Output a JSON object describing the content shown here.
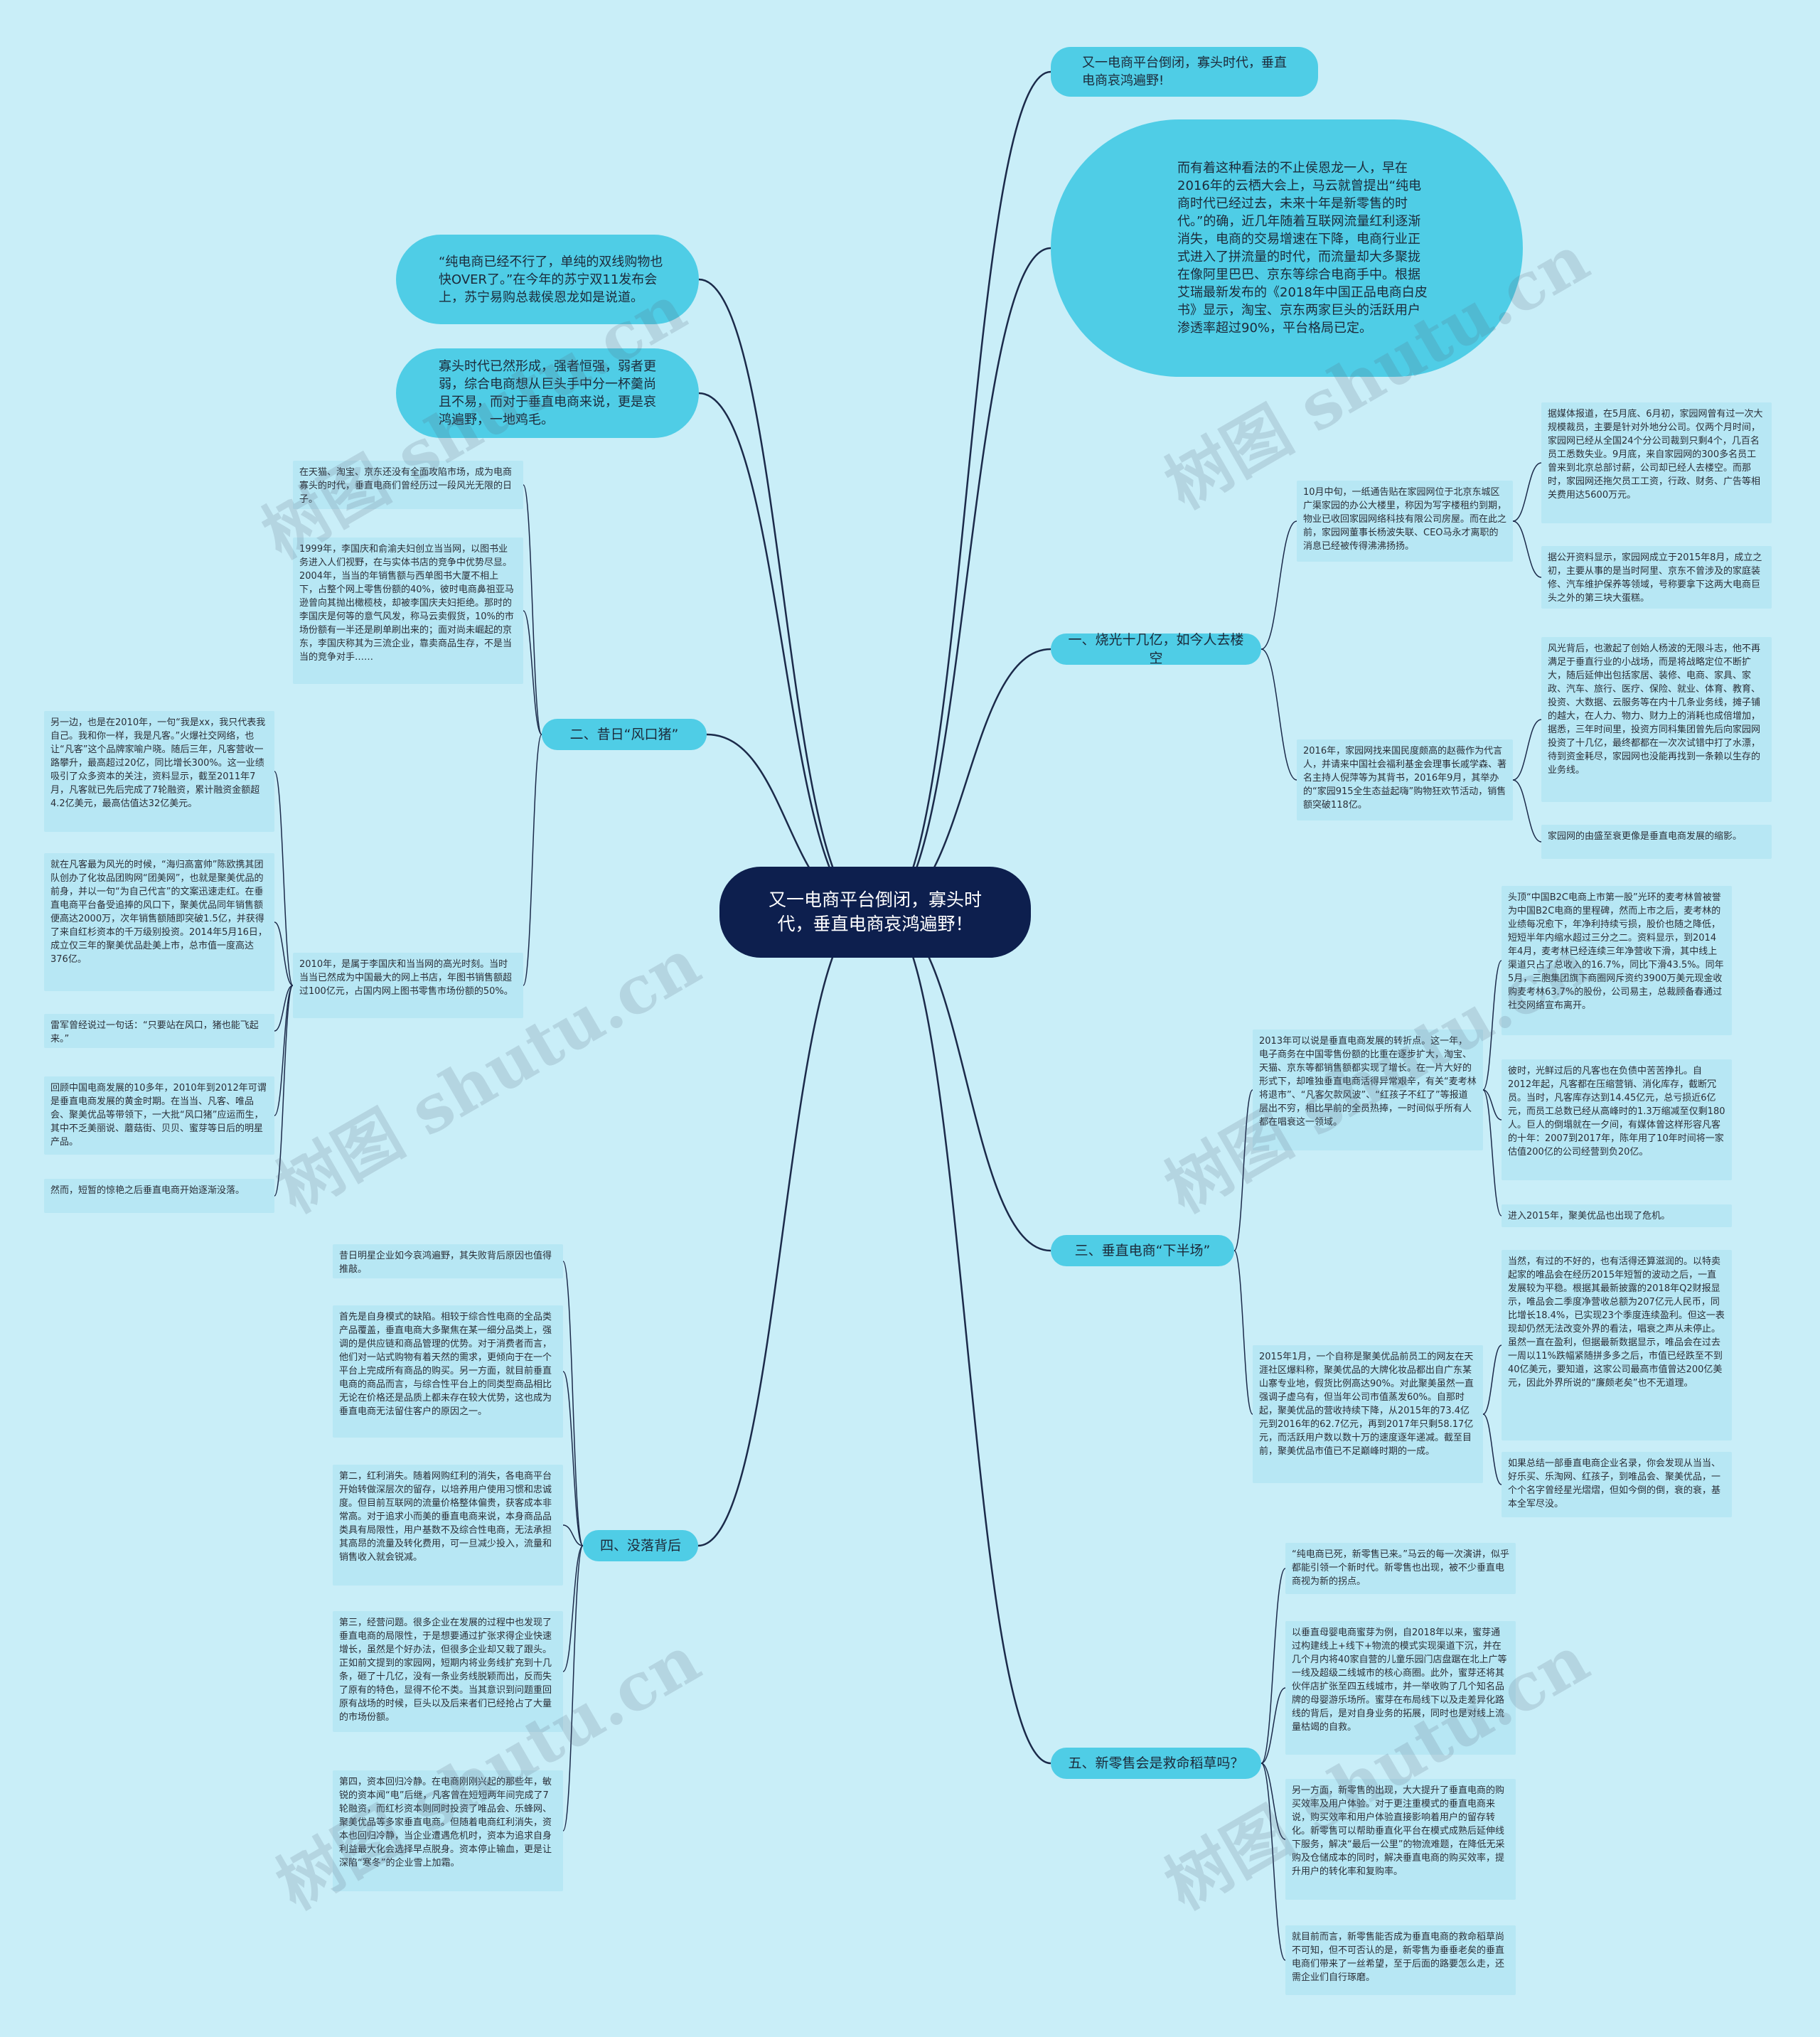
{
  "root": {
    "text": "又一电商平台倒闭，寡头时代，垂直电商哀鸿遍野！"
  },
  "bubbles": [
    "又一电商平台倒闭，寡头时代，垂直电商哀鸿遍野!",
    "而有着这种看法的不止侯恩龙一人，早在2016年的云栖大会上，马云就曾提出“纯电商时代已经过去，未来十年是新零售的时代。”的确，近几年随着互联网流量红利逐渐消失，电商的交易增速在下降，电商行业正式进入了拼流量的时代，而流量却大多聚拢在像阿里巴巴、京东等综合电商手中。根据艾瑞最新发布的《2018年中国正品电商白皮书》显示，淘宝、京东两家巨头的活跃用户渗透率超过90%，平台格局已定。",
    "“纯电商已经不行了，单纯的双线购物也快OVER了。”在今年的苏宁双11发布会上，苏宁易购总裁侯恩龙如是说道。",
    "寡头时代已然形成，强者恒强，弱者更弱，综合电商想从巨头手中分一杯羹尚且不易，而对于垂直电商来说，更是哀鸿遍野，一地鸡毛。"
  ],
  "branches": [
    "一、烧光十几亿，如今人去楼空",
    "二、昔日“风口猪”",
    "三、垂直电商“下半场”",
    "四、没落背后",
    "五、新零售会是救命稻草吗？"
  ],
  "leaves": [
    "10月中旬，一纸通告贴在家园网位于北京东城区广渠家园的办公大楼里，称因为写字楼租约到期，物业已收回家园网络科技有限公司房屋。而在此之前，家园网董事长杨波失联、CEO马永才离职的消息已经被传得沸沸扬扬。",
    "据媒体报道，在5月底、6月初，家园网曾有过一次大规模裁员，主要是针对外地分公司。仅两个月时间，家园网已经从全国24个分公司裁到只剩4个，几百名员工悉数失业。9月底，来自家园网的300多名员工曾来到北京总部讨薪，公司却已经人去楼空。而那时，家园网还拖欠员工工资，行政、财务、广告等相关费用达5600万元。",
    "据公开资料显示，家园网成立于2015年8月，成立之初，主要从事的是当时阿里、京东不曾涉及的家庭装修、汽车维护保养等领域，号称要拿下这两大电商巨头之外的第三块大蛋糕。",
    "2016年，家园网找来国民度颇高的赵薇作为代言人，并请来中国社会福利基金会理事长戚学森、著名主持人倪萍等为其背书，2016年9月，其举办的“家园915全生态益起嗨”购物狂欢节活动，销售额突破118亿。",
    "风光背后，也激起了创始人杨波的无限斗志，他不再满足于垂直行业的小战场，而是将战略定位不断扩大，随后延伸出包括家居、装修、电商、家具、家政、汽车、旅行、医疗、保险、就业、体育、教育、投资、大数据、云服务等在内十几条业务线，摊子铺的越大，在人力、物力、财力上的消耗也成倍增加，据悉，三年时间里，投资方同科集团曾先后向家园网投资了十几亿，最终都都在一次次试错中打了水漂，待到资金耗尽，家园网也没能再找到一条赖以生存的业务线。",
    "家园网的由盛至衰更像是垂直电商发展的缩影。",
    "2013年可以说是垂直电商发展的转折点。这一年，电子商务在中国零售份额的比重在逐步扩大，淘宝、天猫、京东等都销售额都实现了增长。在一片大好的形式下，却唯独垂直电商活得异常艰辛，有关“麦考林将退市”、“凡客欠款风波”、“红孩子不红了”等报道层出不穷，相比早前的全员热捧，一时间似乎所有人都在唱衰这一领域。",
    "头顶“中国B2C电商上市第一股”光环的麦考林曾被誉为中国B2C电商的里程碑，然而上市之后，麦考林的业绩每况愈下，年净利持续亏损，股价也随之降低，短短半年内缩水超过三分之二。资料显示，到2014年4月，麦考林已经连续三年净营收下滑，其中线上渠道只占了总收入的16.7%，同比下滑43.5%。同年5月，三胞集团旗下商圈网斥资约3900万美元现金收购麦考林63.7%的股份，公司易主，总裁顾备春通过社交网络宣布离开。",
    "彼时，光鲜过后的凡客也在负债中苦苦挣扎。自2012年起，凡客都在压缩营销、消化库存，截断冗员。当时，凡客库存达到14.45亿元，总亏损近6亿元，而员工总数已经从高峰时的1.3万缩减至仅剩180人。巨人的倒塌就在一夕间，有媒体曾这样形容凡客的十年：2007到2017年，陈年用了10年时间将一家估值200亿的公司经营到负20亿。",
    "进入2015年，聚美优品也出现了危机。",
    "2015年1月，一个自称是聚美优品前员工的网友在天涯社区爆料称，聚美优品的大牌化妆品都出自广东某山寨专业地，假货比例高达90%。对此聚美虽然一直强调子虚乌有，但当年公司市值蒸发60%。自那时起，聚美优品的营收持续下降，从2015年的73.4亿元到2016年的62.7亿元，再到2017年只剩58.17亿元，而活跃用户数以数十万的速度逐年递减。截至目前，聚美优品市值已不足巅峰时期的一成。",
    "当然，有过的不好的，也有活得还算滋润的。以特卖起家的唯品会在经历2015年短暂的波动之后，一直发展较为平稳。根据其最新披露的2018年Q2财报显示，唯品会二季度净营收总额为207亿元人民币，同比增长18.4%，已实现23个季度连续盈利。但这一表现却仍然无法改变外界的看法，唱衰之声从未停止。虽然一直在盈利，但据最新数据显示，唯品会在过去一周以11%跌幅紧随拼多多之后，市值已经跌至不到40亿美元，要知道，这家公司最高市值曾达200亿美元，因此外界所说的“廉颇老矣”也不无道理。",
    "如果总结一部垂直电商企业名录，你会发现从当当、好乐买、乐淘网、红孩子，到唯品会、聚美优品，一个个名字曾经星光熠熠，但如今倒的倒，衰的衰，基本全军尽没。",
    "在天猫、淘宝、京东还没有全面攻陷市场，成为电商寡头的时代，垂直电商们曾经历过一段风光无限的日子。",
    "1999年，李国庆和俞渝夫妇创立当当网，以图书业务进入人们视野，在与实体书店的竞争中优势尽显。2004年，当当的年销售额与西单图书大厦不相上下，占整个网上零售份额的40%，彼时电商鼻祖亚马逊曾向其抛出橄榄枝，却被李国庆夫妇拒绝。那时的李国庆是何等的意气风发，称马云卖假货，10%的市场份额有一半还是刷单刷出来的；面对尚未崛起的京东，李国庆称其为三流企业，靠卖商品生存，不是当当的竞争对手……",
    "2010年，是属于李国庆和当当网的高光时刻。当时当当已然成为中国最大的网上书店，年图书销售额超过100亿元，占国内网上图书零售市场份额的50%。",
    "另一边，也是在2010年，一句“我是xx，我只代表我自己。我和你一样，我是凡客。”火爆社交网络，也让“凡客”这个品牌家喻户晓。随后三年，凡客营收一路攀升，最高超过20亿，同比增长300%。这一业绩吸引了众多资本的关注，资料显示，截至2011年7月，凡客就已先后完成了7轮融资，累计融资金额超4.2亿美元，最高估值达32亿美元。",
    "就在凡客最为风光的时候，“海归高富帅”陈欧携其团队创办了化妆品团购网“团美网”，也就是聚美优品的前身，并以一句“为自己代言”的文案迅速走红。在垂直电商平台备受追捧的风口下，聚美优品同年销售额便高达2000万，次年销售额随即突破1.5亿，并获得了来自红杉资本的千万级别投资。2014年5月16日，成立仅三年的聚美优品赴美上市，总市值一度高达376亿。",
    "雷军曾经说过一句话：“只要站在风口，猪也能飞起来。”",
    "回顾中国电商发展的10多年，2010年到2012年可谓是垂直电商发展的黄金时期。在当当、凡客、唯品会、聚美优品等带领下，一大批“风口猪”应运而生，其中不乏美丽说、蘑菇街、贝贝、蜜芽等日后的明星产品。",
    "然而，短暂的惊艳之后垂直电商开始逐渐没落。",
    "昔日明星企业如今哀鸿遍野，其失败背后原因也值得推敲。",
    "首先是自身模式的缺陷。相较于综合性电商的全品类产品覆盖，垂直电商大多聚焦在某一细分品类上，强调的是供应链和商品管理的优势。对于消费者而言，他们对一站式购物有着天然的需求，更倾向于在一个平台上完成所有商品的购买。另一方面，就目前垂直电商的商品而言，与综合性平台上的同类型商品相比无论在价格还是品质上都未存在较大优势，这也成为垂直电商无法留住客户的原因之一。",
    "第二，红利消失。随着网购红利的消失，各电商平台开始转做深层次的留存，以培养用户使用习惯和忠诚度。但目前互联网的流量价格整体偏贵，获客成本非常高。对于追求小而美的垂直电商来说，本身商品品类具有局限性，用户基数不及综合性电商，无法承担其高昂的流量及转化费用，可一旦减少投入，流量和销售收入就会锐减。",
    "第三，经营问题。很多企业在发展的过程中也发现了垂直电商的局限性，于是想要通过扩张求得企业快速增长，虽然是个好办法，但很多企业却又栽了跟头。正如前文提到的家园网，短期内将业务线扩充到十几条，砸了十几亿，没有一条业务线脱颖而出，反而失了原有的特色，显得不伦不类。当其意识到问题重回原有战场的时候，巨头以及后来者们已经抢占了大量的市场份额。",
    "第四，资本回归冷静。在电商刚刚兴起的那些年，敏锐的资本闻“电”后继，凡客曾在短短两年间完成了7轮融资，而红杉资本则同时投资了唯品会、乐蜂网、聚美优品等多家垂直电商。但随着电商红利消失，资本也回归冷静，当企业遭遇危机时，资本为追求自身利益最大化会选择早点脱身。资本停止输血，更是让深陷“寒冬”的企业雪上加霜。",
    "“纯电商已死，新零售已来。”马云的每一次演讲，似乎都能引领一个新时代。新零售也出现，被不少垂直电商视为新的拐点。",
    "以垂直母婴电商蜜芽为例，自2018年以来，蜜芽通过构建线上+线下+物流的模式实现渠道下沉，并在几个月内将40家自营的儿童乐园门店盘踞在北上广等一线及超级二线城市的核心商圈。此外，蜜芽还将其伙伴店扩张至四五线城市，并一举收购了几个知名品牌的母婴游乐场所。蜜芽在布局线下以及走差异化路线的背后，是对自身业务的拓展，同时也是对线上流量枯竭的自救。",
    "另一方面，新零售的出现，大大提升了垂直电商的购买效率及用户体验。对于更注重模式的垂直电商来说，购买效率和用户体验直接影响着用户的留存转化。新零售可以帮助垂直化平台在模式成熟后延伸线下服务，解决“最后一公里”的物流难题，在降低无采购及仓储成本的同时，解决垂直电商的购买效率，提升用户的转化率和复购率。",
    "就目前而言，新零售能否成为垂直电商的救命稻草尚不可知，但不可否认的是，新零售为垂垂老矣的垂直电商们带来了一丝希望，至于后面的路要怎么走，还需企业们自行琢磨。"
  ],
  "watermark": "树图 shutu.cn",
  "colors": {
    "background": "#c9eef8",
    "root": "#0d1f4e",
    "branch": "#4fcde6",
    "leaf": "#b7e7f4",
    "line": "#1b2a4a"
  }
}
